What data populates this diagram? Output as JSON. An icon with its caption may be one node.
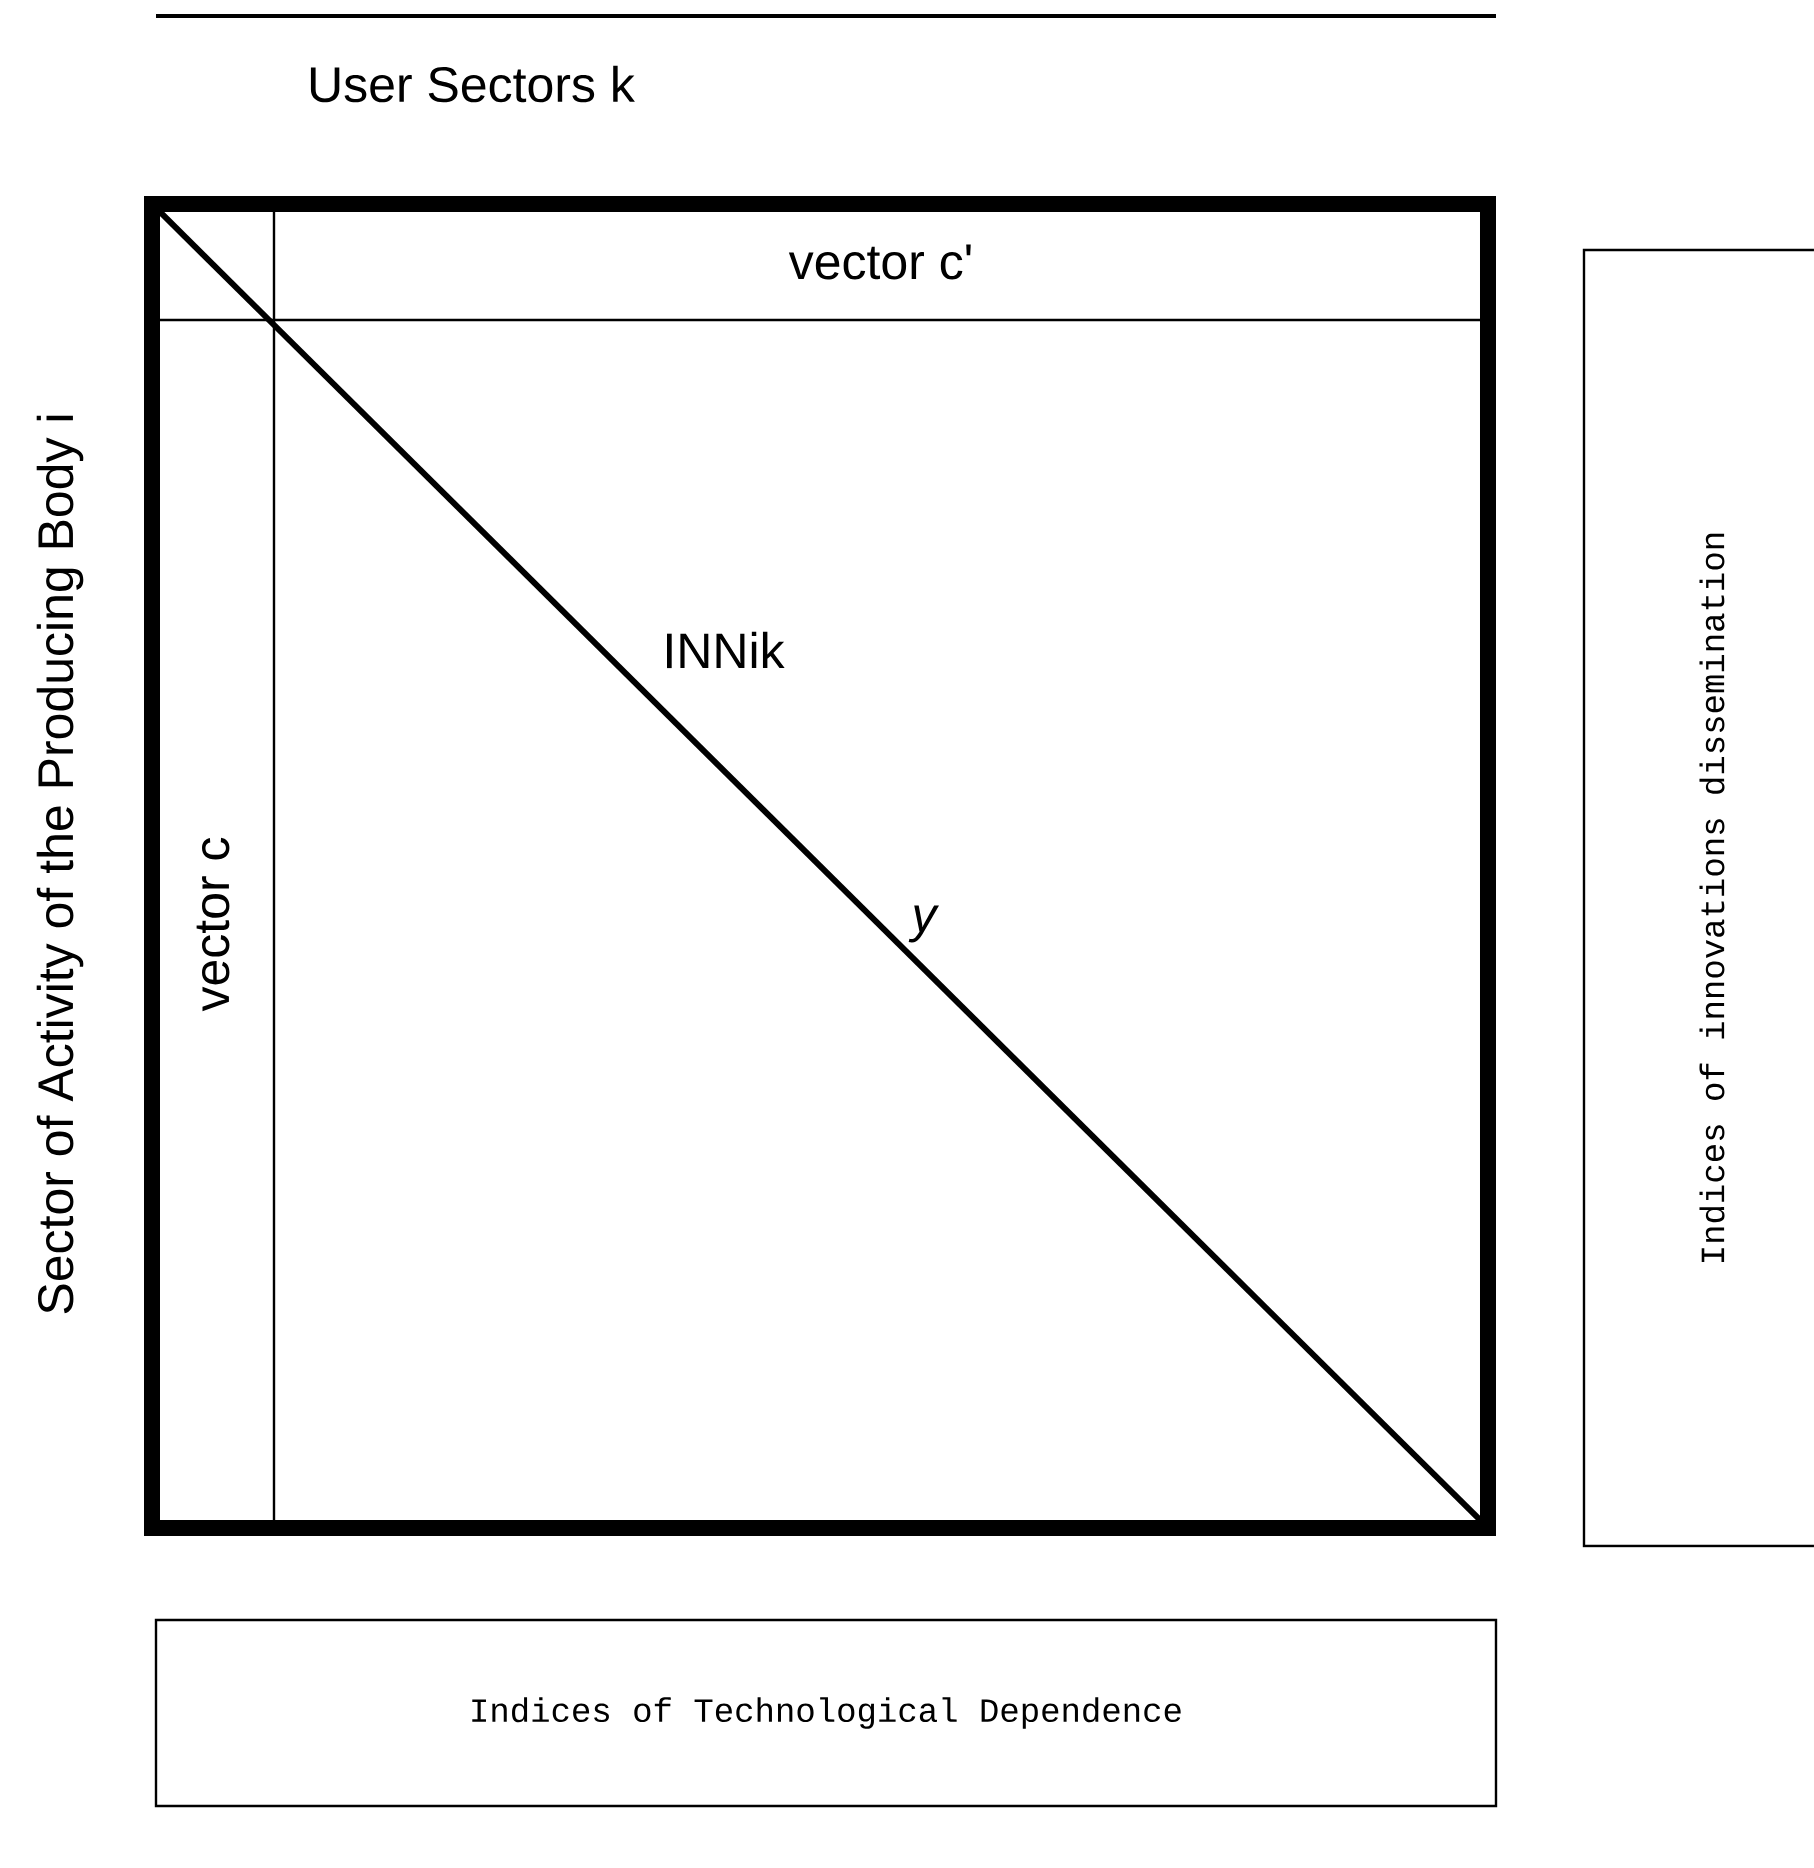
{
  "diagram": {
    "nodes": [
      {
        "text": [
          "User Sectors k",
          "Sector of Activity of the Producing Body i"
        ]
      },
      {
        "text": [
          "vector  c'"
        ],
        "in": 0
      },
      {
        "text": [
          "vector  c"
        ],
        "in": 0
      },
      {
        "text": [
          "Indices of innovations dissemination"
        ]
      },
      {
        "text": [
          "Indices of Technological Dependence"
        ]
      }
    ],
    "labels": [
      "INNik",
      "y"
    ]
  }
}
